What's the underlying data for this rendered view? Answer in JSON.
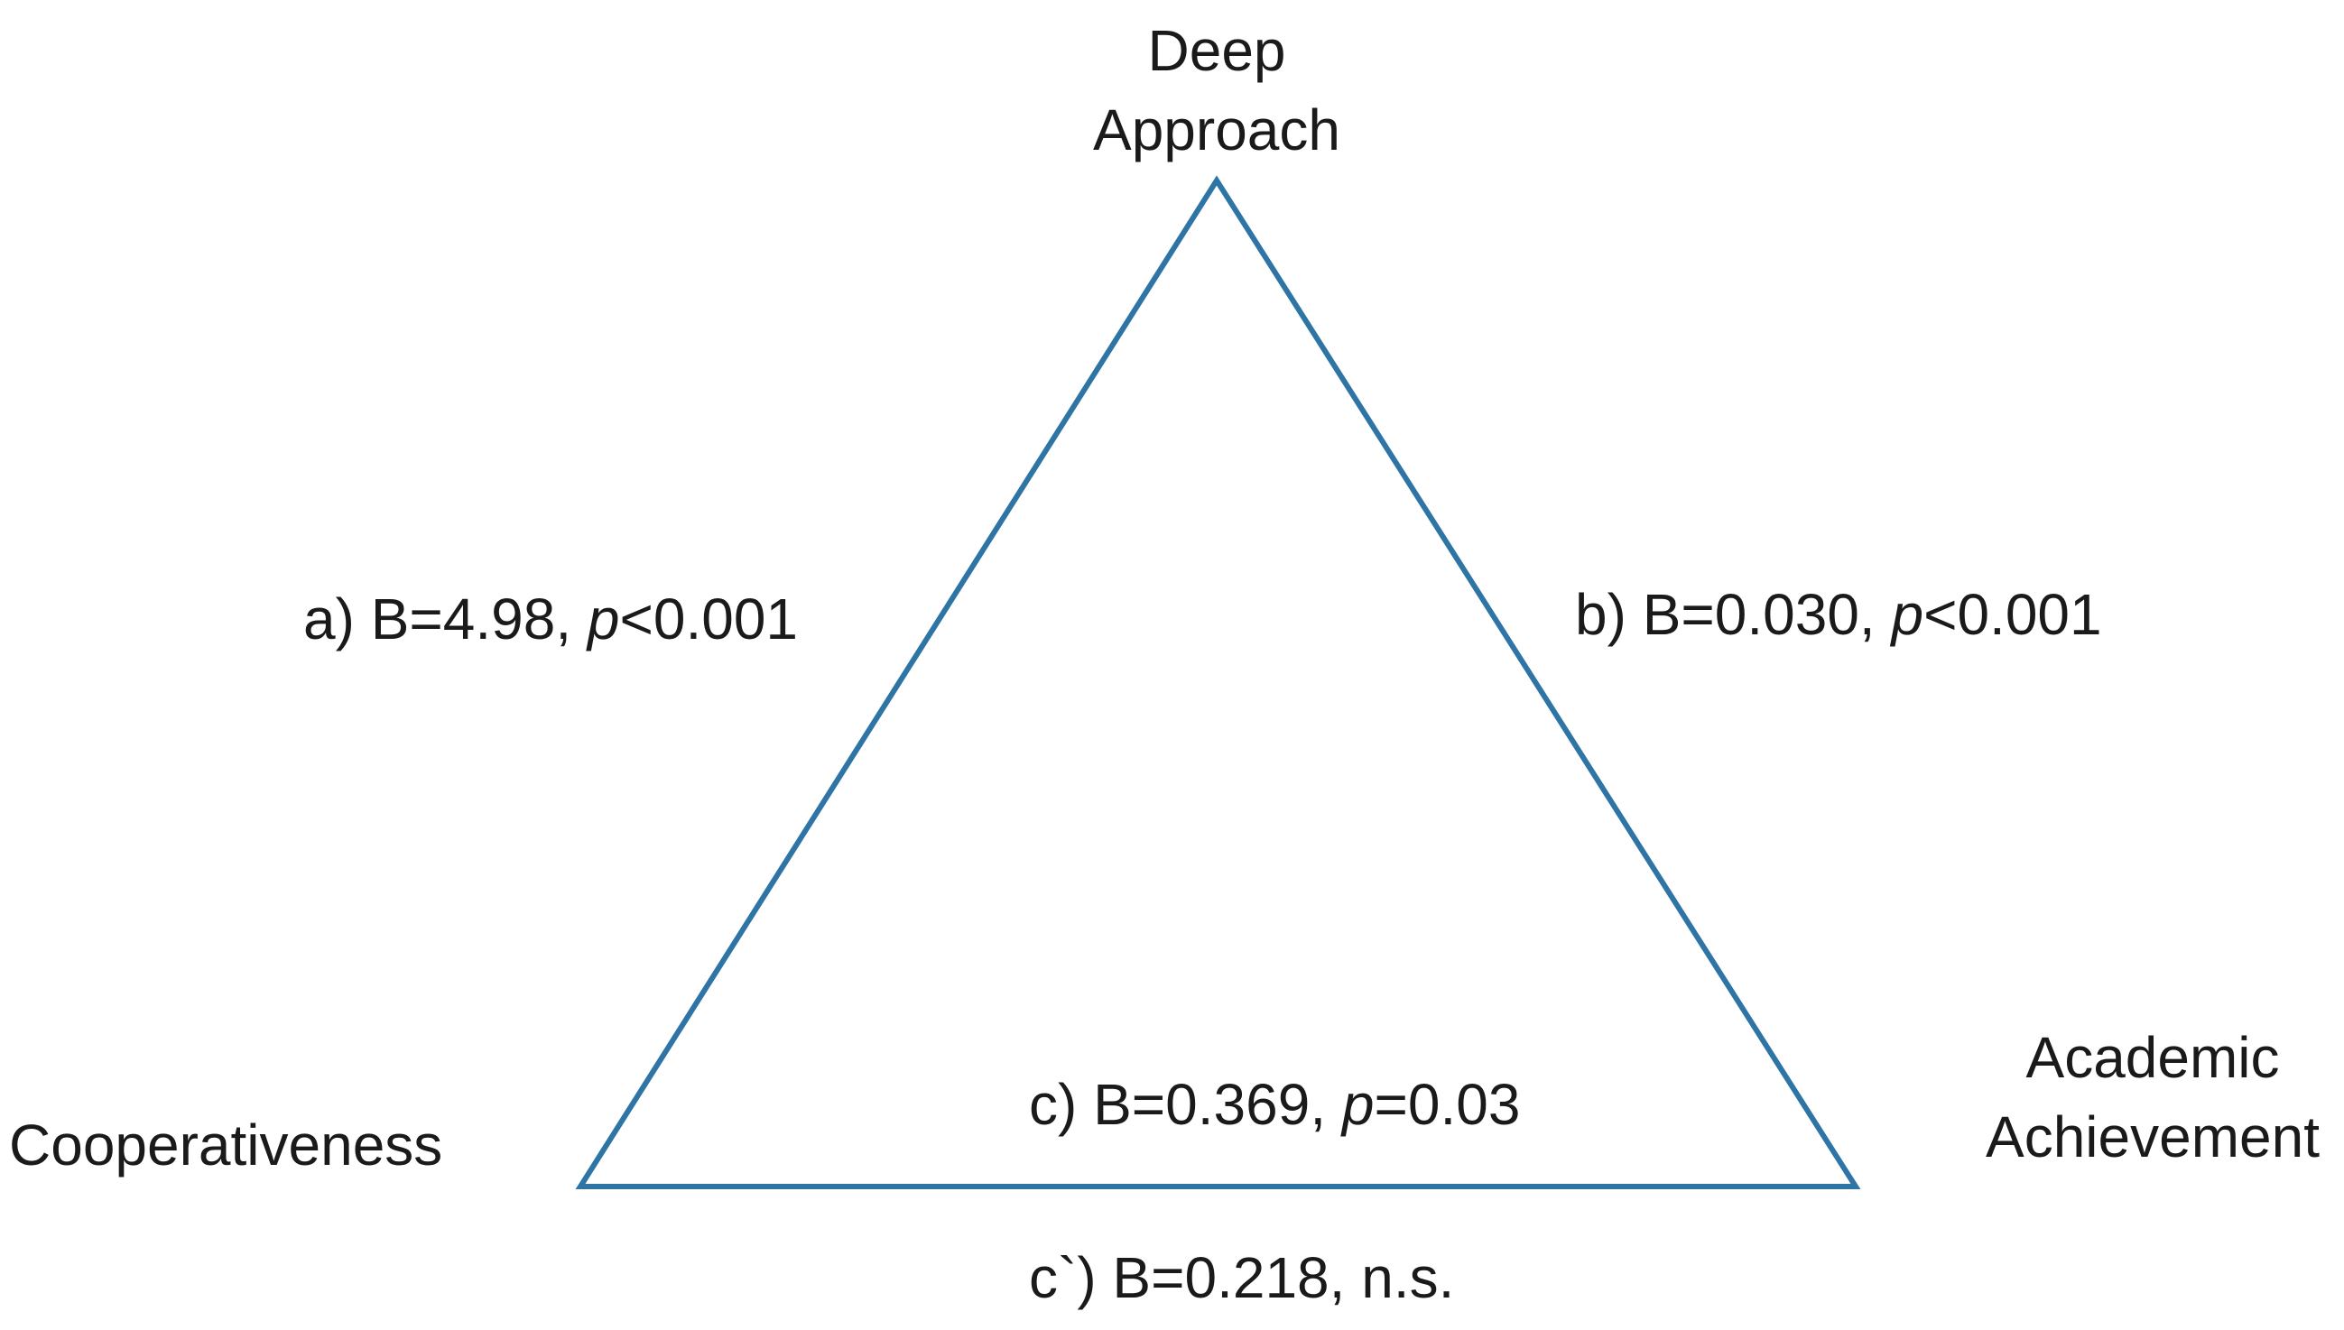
{
  "nodes": {
    "top": {
      "line1": "Deep",
      "line2": "Approach"
    },
    "left": {
      "label": "Cooperativeness"
    },
    "right": {
      "line1": "Academic",
      "line2": "Achievement"
    }
  },
  "paths": {
    "a": {
      "prefix": "a) B=4.98, ",
      "p_symbol": "p",
      "p_value": "<0.001"
    },
    "b": {
      "prefix": "b) B=0.030, ",
      "p_symbol": "p",
      "p_value": "<0.001"
    },
    "c": {
      "prefix": "c) B=0.369, ",
      "p_symbol": "p",
      "p_value": "=0.03"
    },
    "c_prime": {
      "label": "c`) B=0.218, n.s."
    }
  },
  "colors": {
    "triangle_stroke": "#2e75a5",
    "text": "#1a1a1a"
  }
}
